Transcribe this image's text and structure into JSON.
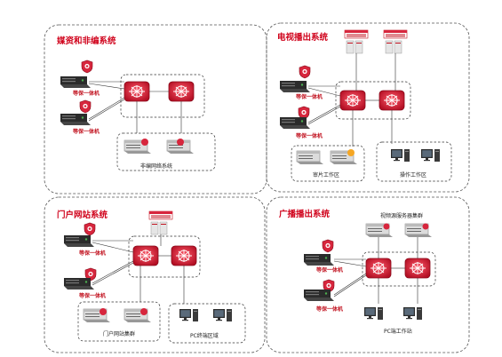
{
  "panels": {
    "media": {
      "title": "媒资和非编系统",
      "device_label_top": "等保一体机",
      "device_label_bottom": "等保一体机",
      "group_label": "非编网络系统"
    },
    "tv": {
      "title": "电视播出系统",
      "device_label_top": "等保一体机",
      "device_label_bottom": "等保一体机",
      "group_label_left": "审片工作区",
      "group_label_right": "操作工作区"
    },
    "portal": {
      "title": "门户网站系统",
      "device_label_top": "等保一体机",
      "device_label_bottom": "等保一体机",
      "group_label_left": "门户网站集群",
      "group_label_right": "PC终端区域"
    },
    "radio": {
      "title": "广播播出系统",
      "device_label_top": "等保一体机",
      "device_label_bottom": "等保一体机",
      "group_label_top": "视频源服务器集群",
      "group_label_bottom": "PC端工作站"
    }
  },
  "colors": {
    "title_red": "#d0021b",
    "switch_red": "#d7263d",
    "dashed_border": "#555555",
    "device_dark": "#2b2b2b"
  }
}
